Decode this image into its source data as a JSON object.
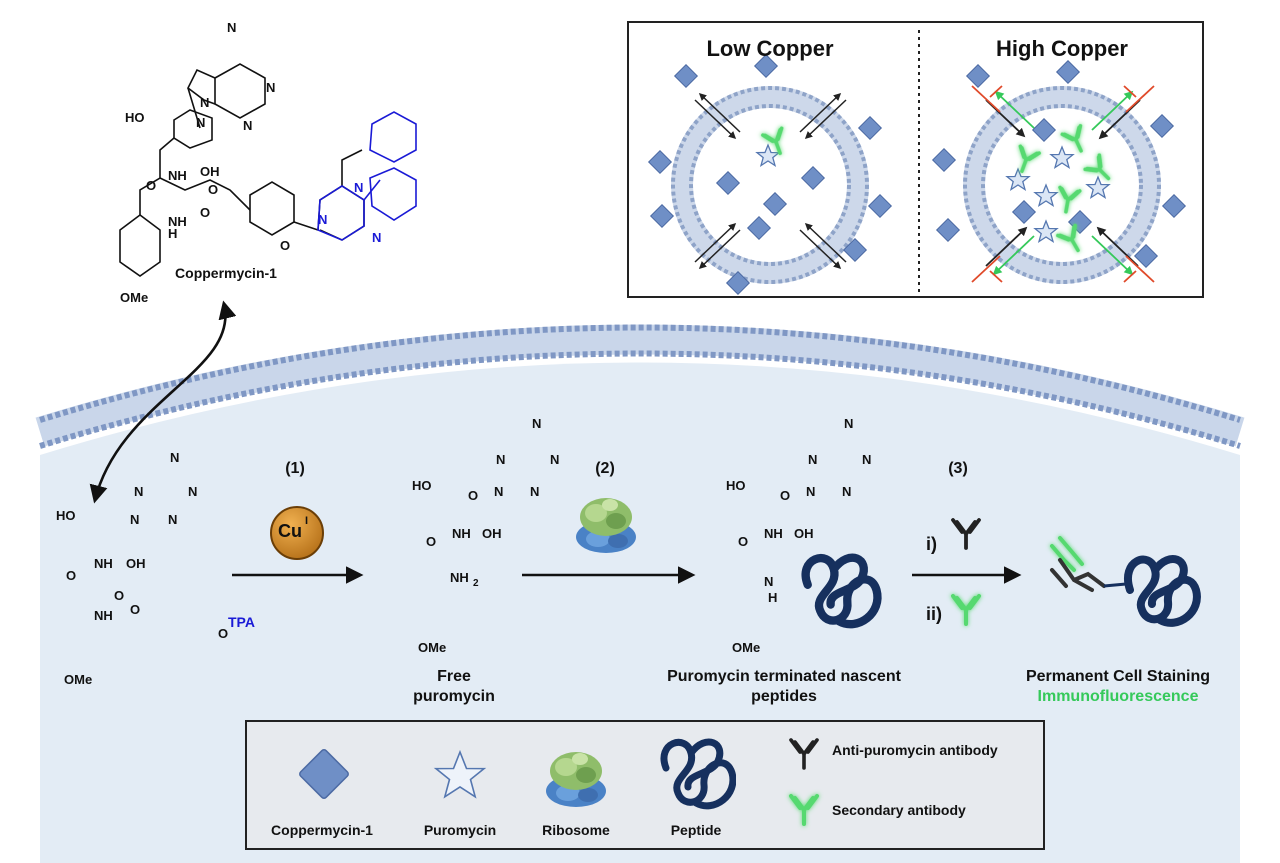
{
  "coppermycin_structure": {
    "name": "Coppermycin-1",
    "labels": [
      "HO",
      "NH",
      "OH",
      "O",
      "NH",
      "H",
      "O",
      "O",
      "OMe",
      "N",
      "N",
      "N",
      "N",
      "N",
      "O",
      "N",
      "N",
      "N"
    ]
  },
  "inset": {
    "low_title": "Low Copper",
    "high_title": "High Copper"
  },
  "start_structure": {
    "labels": [
      "HO",
      "O",
      "NH",
      "OH",
      "O",
      "NH",
      "O",
      "O",
      "OMe",
      "N",
      "N",
      "N",
      "N",
      "N"
    ],
    "tag": "TPA"
  },
  "steps": {
    "step1": "(1)",
    "copper_symbol": "Cu",
    "copper_superscript": "I",
    "step2": "(2)",
    "step3": "(3)",
    "step3_i": "i)",
    "step3_ii": "ii)"
  },
  "free_puromycin": {
    "labels": [
      "HO",
      "O",
      "NH",
      "OH",
      "O",
      "NH",
      "2",
      "OMe",
      "N",
      "N",
      "N",
      "N",
      "N"
    ],
    "caption_line1": "Free",
    "caption_line2": "puromycin"
  },
  "terminated": {
    "labels": [
      "HO",
      "O",
      "NH",
      "OH",
      "O",
      "H",
      "N",
      "OMe",
      "N",
      "N",
      "N",
      "N",
      "N"
    ],
    "caption_line1": "Puromycin terminated nascent",
    "caption_line2": "peptides"
  },
  "staining": {
    "caption_line1": "Permanent Cell Staining",
    "caption_line2": "Immunofluorescence"
  },
  "legend": {
    "coppermycin": "Coppermycin-1",
    "puromycin": "Puromycin",
    "ribosome": "Ribosome",
    "peptide": "Peptide",
    "primary_antibody": "Anti-puromycin antibody",
    "secondary_antibody": "Secondary antibody"
  },
  "colors": {
    "cell_fill": "#e3ecf5",
    "membrane": "#7f97c4",
    "diamond": "#6f8fc6",
    "peptide": "#16305e",
    "copper": "#c8821a",
    "tpa_blue": "#1a1ad6",
    "green": "#35c95a",
    "inhibit_red": "#e04a2a"
  }
}
